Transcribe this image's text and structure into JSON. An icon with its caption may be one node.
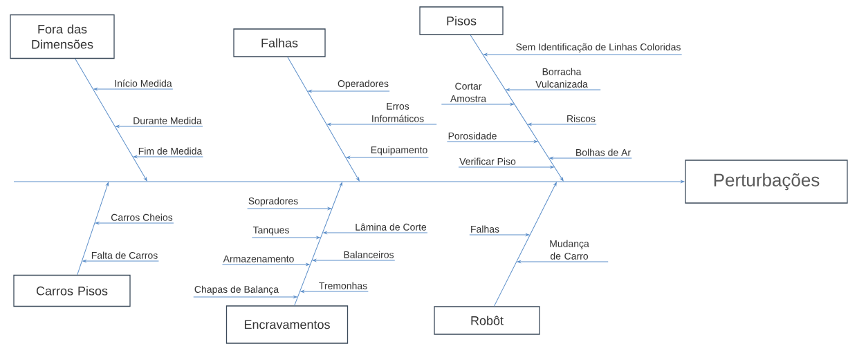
{
  "diagram": {
    "nodes": [
      {
        "text": [
          "Fora das Dimensões"
        ]
      },
      {
        "text": [
          "Falhas"
        ]
      },
      {
        "text": [
          "Pisos"
        ]
      },
      {
        "text": [
          "Perturbações"
        ]
      },
      {
        "text": [
          "Carros Pisos"
        ]
      },
      {
        "text": [
          "Encravamentos"
        ]
      },
      {
        "text": [
          "Robôt"
        ]
      },
      {
        "text": [
          "Início Medida"
        ]
      },
      {
        "text": [
          "Durante Medida"
        ]
      },
      {
        "text": [
          "Fim de Medida"
        ]
      },
      {
        "text": [
          "Operadores"
        ]
      },
      {
        "text": [
          "Erros Informáticos"
        ]
      },
      {
        "text": [
          "Equipamento"
        ]
      },
      {
        "text": [
          "Sem Identificação de Linhas Coloridas"
        ]
      },
      {
        "text": [
          "Borracha Vulcanizada"
        ]
      },
      {
        "text": [
          "Cortar Amostra"
        ]
      },
      {
        "text": [
          "Riscos"
        ]
      },
      {
        "text": [
          "Porosidade"
        ]
      },
      {
        "text": [
          "Bolhas de Ar"
        ]
      },
      {
        "text": [
          "Verificar Piso"
        ]
      },
      {
        "text": [
          "Carros Cheios"
        ]
      },
      {
        "text": [
          "Falta de Carros"
        ]
      },
      {
        "text": [
          "Sopradores"
        ]
      },
      {
        "text": [
          "Tanques"
        ]
      },
      {
        "text": [
          "Lâmina de Corte"
        ]
      },
      {
        "text": [
          "Armazenamento"
        ]
      },
      {
        "text": [
          "Balanceiros"
        ]
      },
      {
        "text": [
          "Chapas de Balança"
        ]
      },
      {
        "text": [
          "Tremonhas"
        ]
      },
      {
        "text": [
          "Falhas"
        ]
      },
      {
        "text": [
          "Mudança de Carro"
        ]
      }
    ],
    "edges": [
      {
        "from": null,
        "to": 3,
        "arrow": "to"
      },
      {
        "from": 0,
        "to": null,
        "arrow": "to"
      },
      {
        "from": 1,
        "to": null,
        "arrow": "to"
      },
      {
        "from": 2,
        "to": null,
        "arrow": "to"
      },
      {
        "from": 4,
        "to": null,
        "arrow": "to"
      },
      {
        "from": 5,
        "to": null,
        "arrow": "to"
      },
      {
        "from": 6,
        "to": null,
        "arrow": "to"
      },
      {
        "from": 7,
        "to": null,
        "arrow": "to"
      },
      {
        "from": 8,
        "to": null,
        "arrow": "to"
      },
      {
        "from": 9,
        "to": null,
        "arrow": "to"
      },
      {
        "from": 10,
        "to": null,
        "arrow": "to"
      },
      {
        "from": 11,
        "to": null,
        "arrow": "to"
      },
      {
        "from": 12,
        "to": null,
        "arrow": "to"
      },
      {
        "from": 13,
        "to": null,
        "arrow": "to"
      },
      {
        "from": 14,
        "to": null,
        "arrow": "to"
      },
      {
        "from": 15,
        "to": null,
        "arrow": "to"
      },
      {
        "from": 16,
        "to": null,
        "arrow": "to"
      },
      {
        "from": 17,
        "to": null,
        "arrow": "to"
      },
      {
        "from": 18,
        "to": null,
        "arrow": "to"
      },
      {
        "from": 19,
        "to": null,
        "arrow": "to"
      },
      {
        "from": 20,
        "to": null,
        "arrow": "to"
      },
      {
        "from": 21,
        "to": null,
        "arrow": "to"
      },
      {
        "from": 22,
        "to": null,
        "arrow": "to"
      },
      {
        "from": 23,
        "to": null,
        "arrow": "to"
      },
      {
        "from": 24,
        "to": null,
        "arrow": "to"
      },
      {
        "from": 25,
        "to": null,
        "arrow": "to"
      },
      {
        "from": 26,
        "to": null,
        "arrow": "to"
      },
      {
        "from": 27,
        "to": null,
        "arrow": "to"
      },
      {
        "from": 28,
        "to": null,
        "arrow": "to"
      },
      {
        "from": 29,
        "to": null,
        "arrow": "to"
      },
      {
        "from": 30,
        "to": null,
        "arrow": "to"
      }
    ]
  }
}
